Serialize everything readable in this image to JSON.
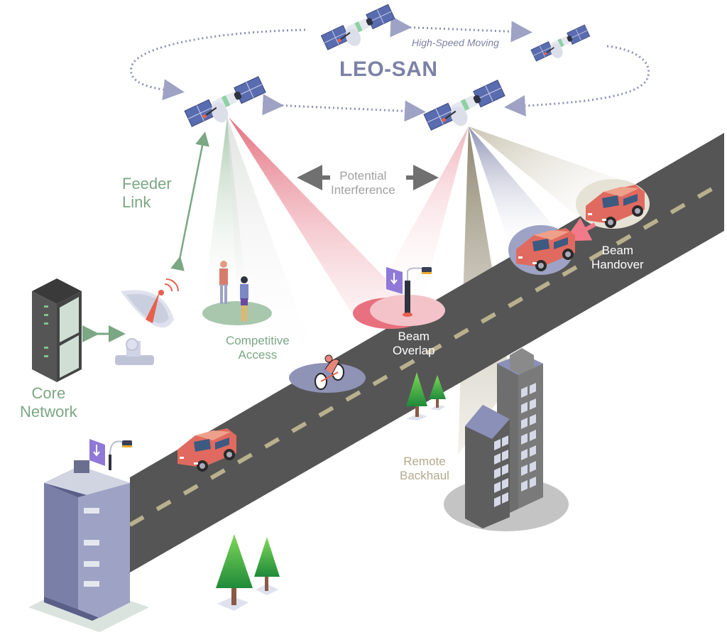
{
  "diagram": {
    "title": "LEO-SAN",
    "subtitle": "High-Speed Moving",
    "labels": {
      "feeder_link": [
        "Feeder",
        "Link"
      ],
      "potential_interference": [
        "Potential",
        "Interference"
      ],
      "competitive_access": [
        "Competitive",
        "Access"
      ],
      "beam_overlap": [
        "Beam",
        "Overlap"
      ],
      "beam_handover": [
        "Beam",
        "Handover"
      ],
      "core_network": [
        "Core",
        "Network"
      ],
      "remote_backhaul": [
        "Remote",
        "Backhaul"
      ]
    },
    "nodes": [
      {
        "id": "sat-1",
        "type": "satellite-icon"
      },
      {
        "id": "sat-2",
        "type": "satellite-icon"
      },
      {
        "id": "sat-3",
        "type": "satellite-icon"
      },
      {
        "id": "sat-4",
        "type": "satellite-icon"
      },
      {
        "id": "ground-station",
        "type": "satellite-dish-icon"
      },
      {
        "id": "core-network",
        "type": "server-rack-icon"
      },
      {
        "id": "users",
        "type": "people-icon"
      },
      {
        "id": "cyclist",
        "type": "bicycle-icon"
      },
      {
        "id": "street-light",
        "type": "street-light-icon"
      },
      {
        "id": "cars",
        "type": "car-icon"
      },
      {
        "id": "towers",
        "type": "building-icon"
      },
      {
        "id": "trees",
        "type": "tree-icon"
      }
    ],
    "colors": {
      "title": "#7c82a6",
      "feeder": "#7ba784",
      "interference_beam": "#e4707f",
      "green_beam": "#9fc3a5",
      "blue_beam": "#9ea2c4",
      "tan_beam": "#a69e84",
      "road": "#555555",
      "road_dash": "#b9b08e",
      "orbit": "#8c90b4"
    }
  }
}
